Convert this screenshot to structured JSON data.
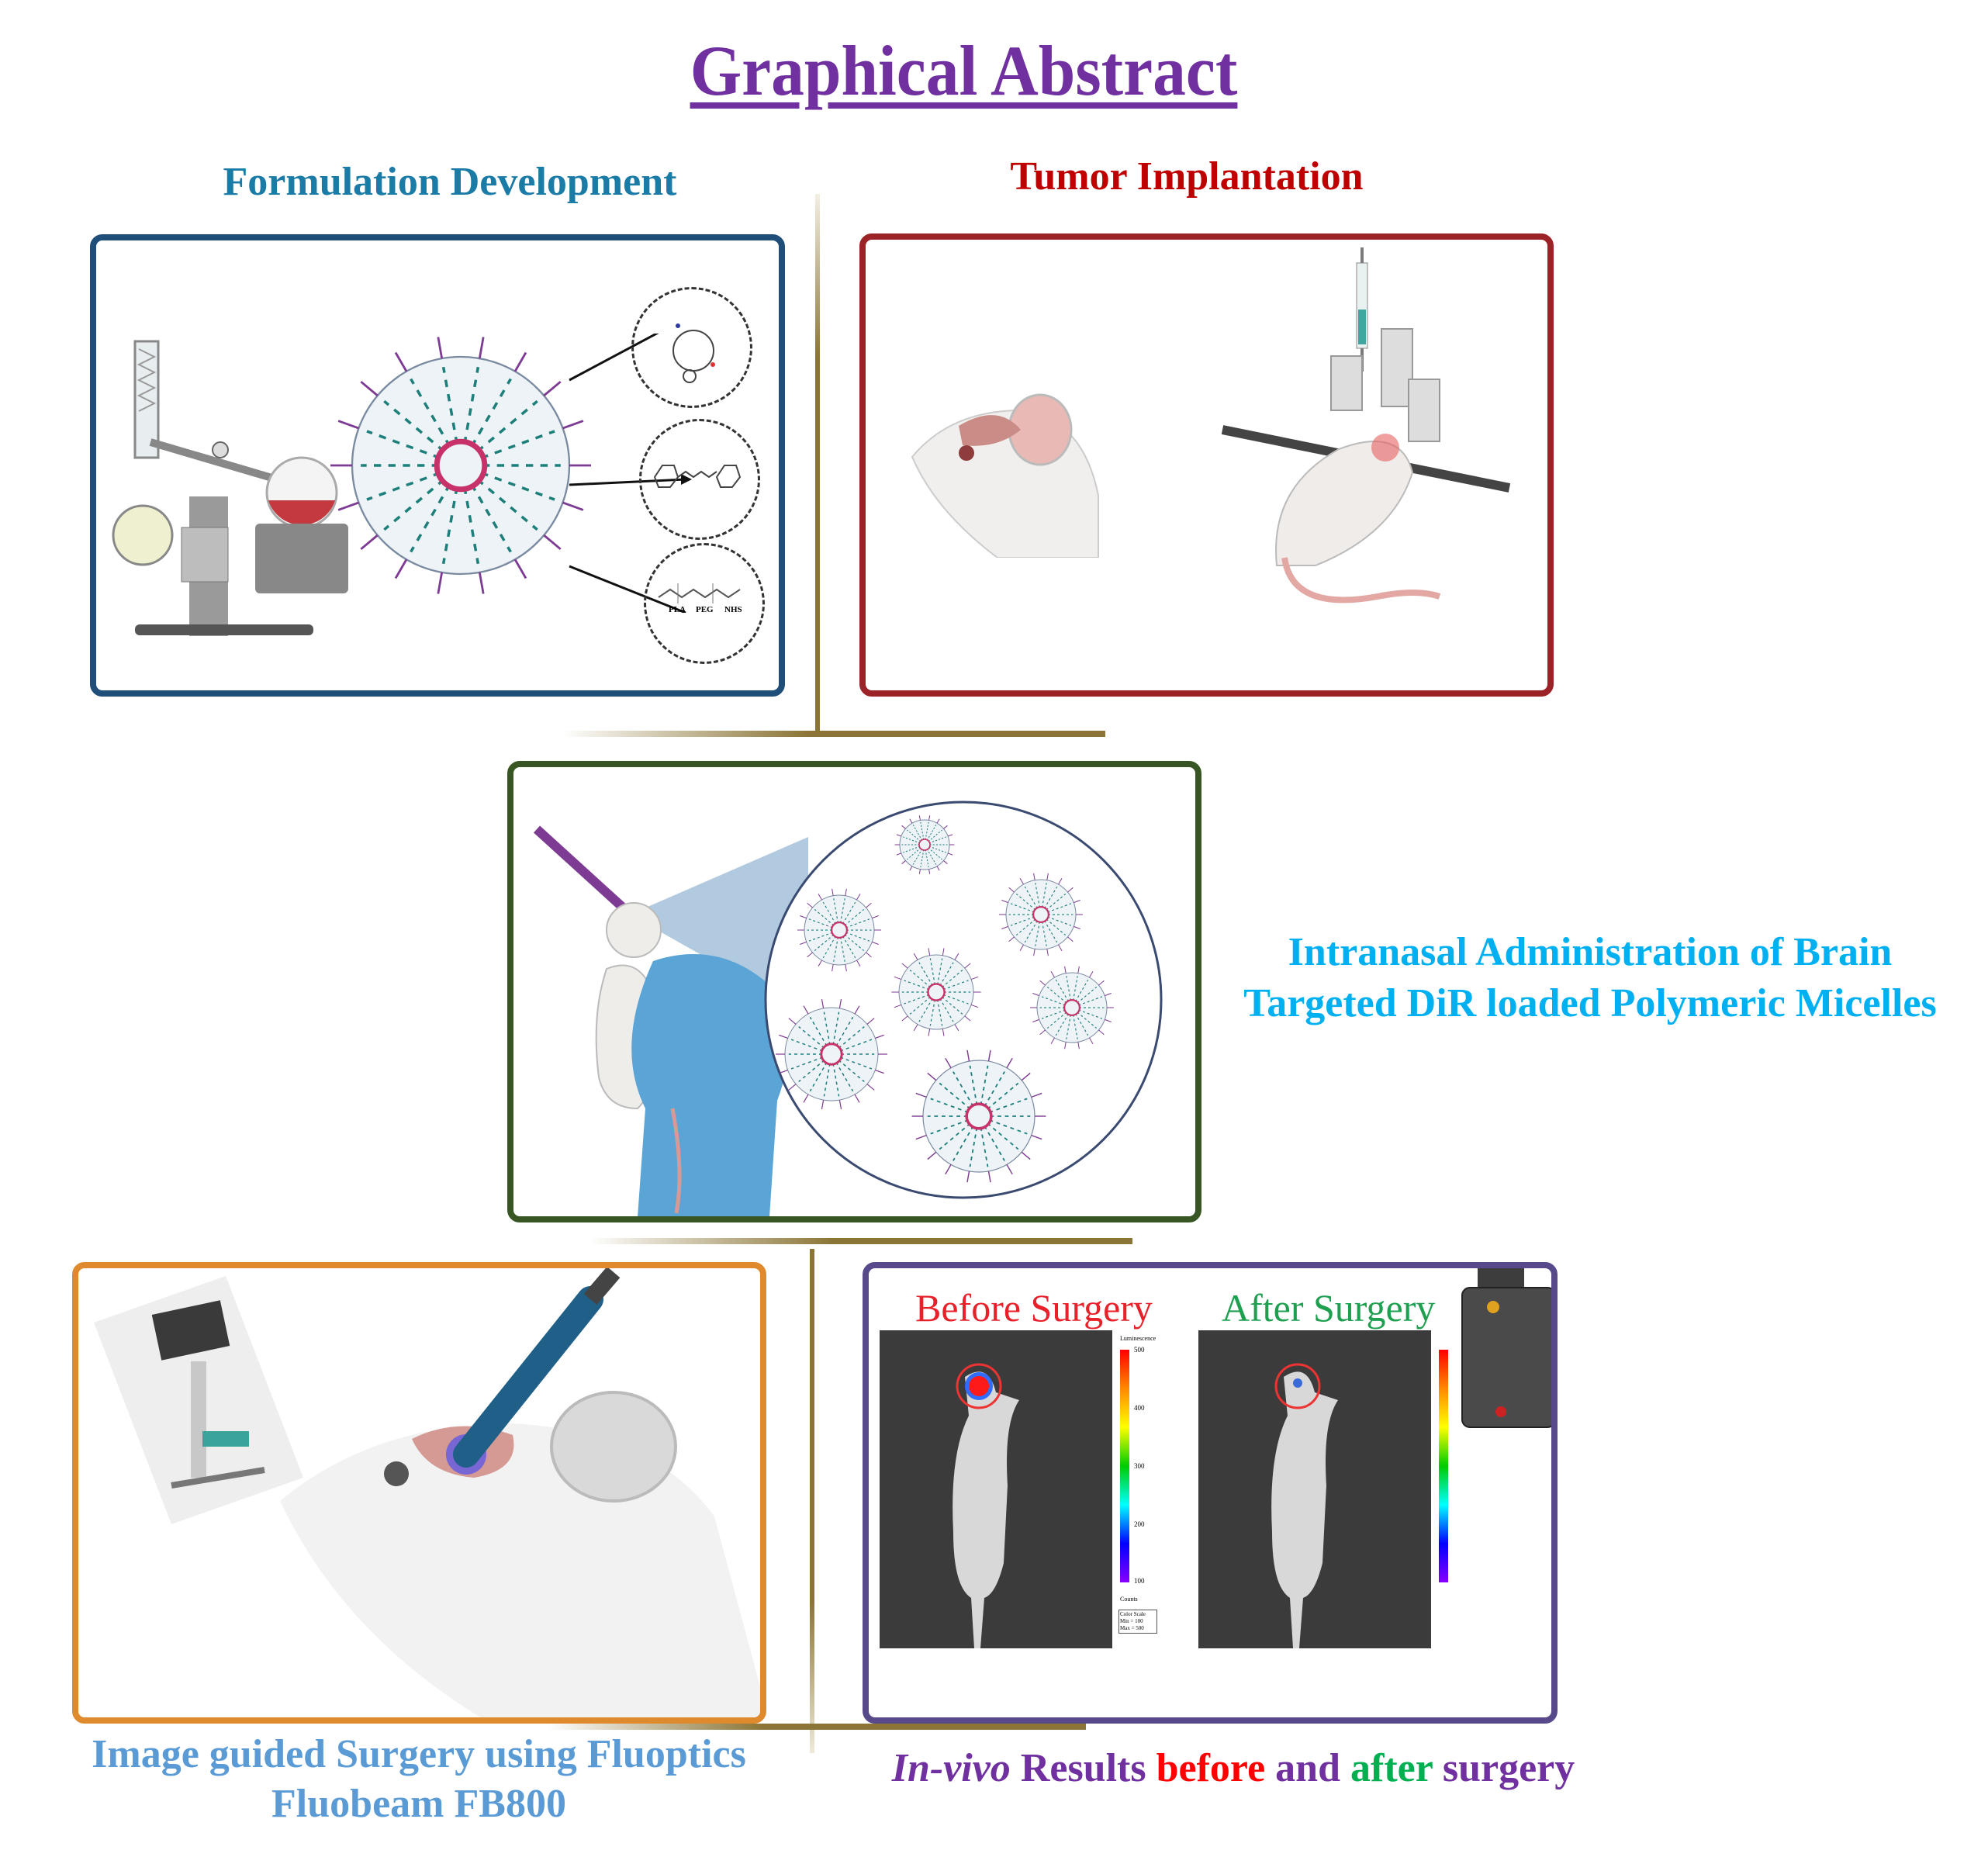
{
  "title": "Graphical Abstract",
  "sections": {
    "formulation": {
      "heading": "Formulation Development",
      "color": "#1A7BA6",
      "border": "#1F4E79",
      "structure_labels": [
        "PLA",
        "PEG",
        "NHS"
      ]
    },
    "tumor": {
      "heading": "Tumor Implantation",
      "color": "#C00000",
      "border": "#9B2226"
    },
    "intranasal": {
      "heading_line1": "Intranasal Administration of Brain",
      "heading_line2": "Targeted DiR loaded Polymeric Micelles",
      "color": "#00B0F0",
      "border": "#375623"
    },
    "surgery": {
      "caption_line1": "Image guided Surgery using Fluoptics",
      "caption_line2": "Fluobeam FB800",
      "color": "#5B9BD5",
      "border": "#E08A2E"
    },
    "results": {
      "border": "#584A8A",
      "caption": {
        "italic": "In-vivo",
        "word_results": "Results",
        "word_before": "before",
        "word_and": "and",
        "word_after": "after",
        "word_surgery": "surgery"
      },
      "colors": {
        "purple": "#7030A0",
        "red": "#FF0000",
        "green": "#00B050"
      },
      "panels": [
        {
          "label": "Before Surgery",
          "label_color": "#E8202A"
        },
        {
          "label": "After Surgery",
          "label_color": "#1FA050"
        }
      ],
      "colorbar": {
        "title": "Luminescence",
        "ticks": [
          "500",
          "400",
          "300",
          "200",
          "100"
        ],
        "unit": "Counts",
        "scale_title": "Color Scale",
        "min": "Min = 100",
        "max": "Max = 500"
      }
    }
  },
  "connector_color": "#8B7536"
}
